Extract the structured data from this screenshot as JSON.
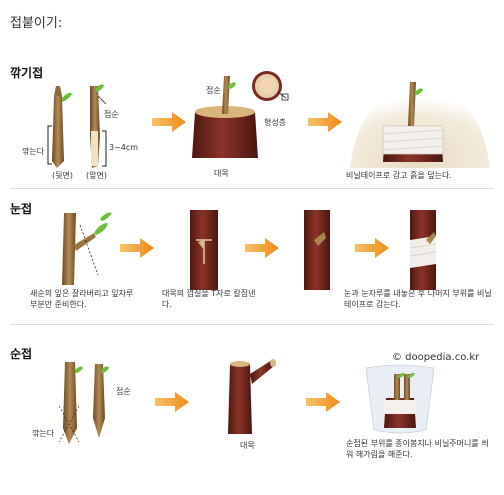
{
  "page": {
    "title": "접붙이기:"
  },
  "sections": {
    "cleft": {
      "title": "깎기접",
      "labels": {
        "scion_top": "접순",
        "cut": "깎는다",
        "length": "3~4cm",
        "back": "(뒷면)",
        "front": "(앞면)",
        "scion_mid": "접순",
        "cambium": "형성층",
        "stock": "대목",
        "caption_final": "비닐테이프로 감고 흙을 덮는다."
      }
    },
    "bud": {
      "title": "눈접",
      "captions": {
        "step1": "새순의 잎은 잘라버리고 잎자루 부분만 준비한다.",
        "step2": "대목의 껍질을 T자로 칼집낸다.",
        "step3": "눈과 눈자루를 내놓은 후 나머지 부위를 비닐테이프로 감는다."
      }
    },
    "whip": {
      "title": "순접",
      "labels": {
        "scion": "접순",
        "cut": "깎는다",
        "stock": "대목",
        "caption_final": "순접된 부위를 종이봉지나 비닐주머니를 씌워 해가림을 해준다."
      }
    }
  },
  "watermark": "© doopedia.co.kr",
  "colors": {
    "arrow": "#f0901e",
    "bark": "#7a2a22",
    "wood": "#a27a45",
    "leaf": "#6cbf3a"
  }
}
